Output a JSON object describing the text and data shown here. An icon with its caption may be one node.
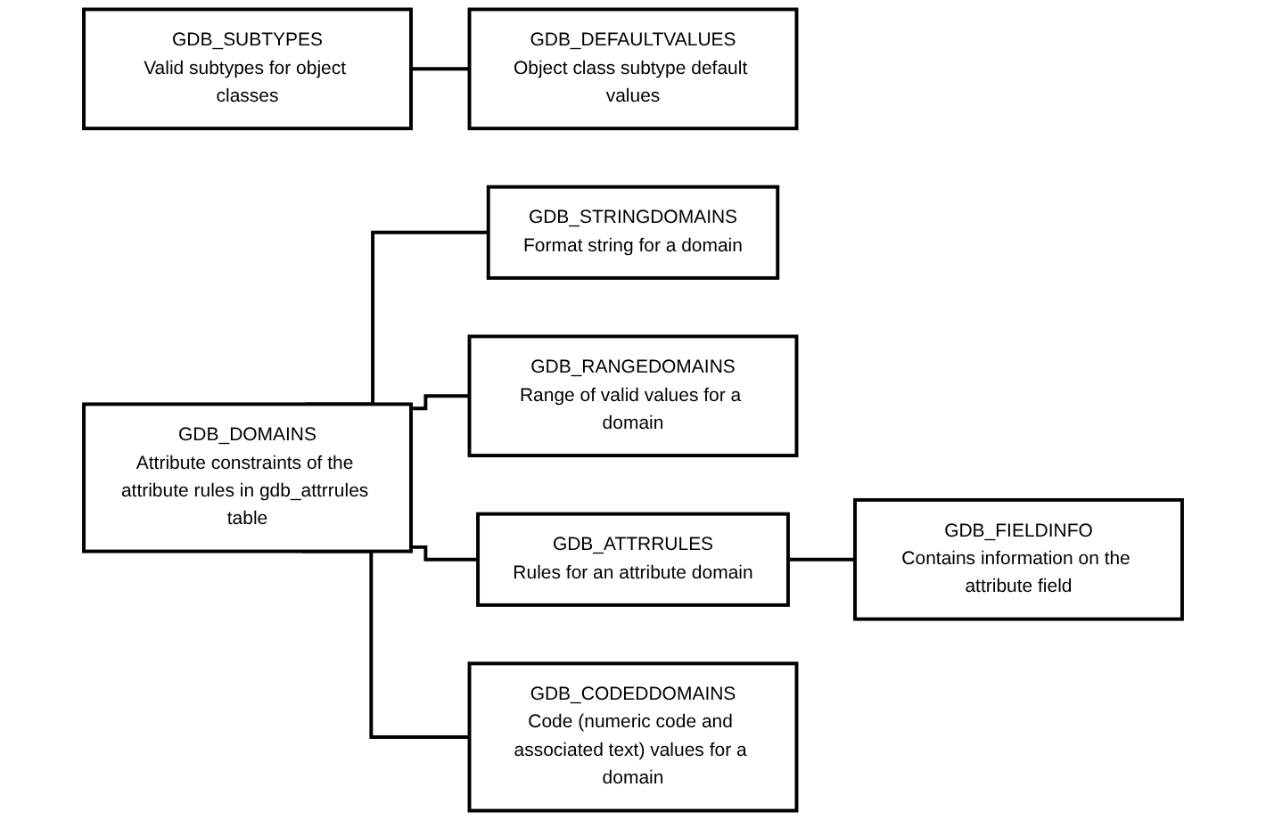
{
  "diagram": {
    "nodes": [
      {
        "text": [
          "GDB_DOMAINS",
          "Attribute constraints of the attribute rules in gdb_attrrules table"
        ]
      },
      {
        "text": [
          "GDB_ATTRRULES",
          "Rules for an attribute domain"
        ]
      },
      {
        "text": [
          "GDB_SUBTYPES",
          "Valid subtypes for object classes"
        ]
      },
      {
        "text": [
          "GDB_DEFAULTVALUES",
          "Object class subtype default values"
        ]
      },
      {
        "text": [
          "GDB_STRINGDOMAINS",
          "Format string for a domain"
        ]
      },
      {
        "text": [
          "GDB_RANGEDOMAINS",
          "Range of valid values for a domain"
        ]
      },
      {
        "text": [
          "GDB_CODEDDOMAINS",
          "Code (numeric code and associated text) values for a domain"
        ]
      },
      {
        "text": [
          "GDB_FIELDINFO",
          "Contains information on the attribute field"
        ]
      }
    ],
    "edges": [
      {
        "from": 0,
        "to": 4,
        "arrow": "none"
      },
      {
        "from": 0,
        "to": 5,
        "arrow": "none"
      },
      {
        "from": 0,
        "to": 1,
        "arrow": "none"
      },
      {
        "from": 0,
        "to": 6,
        "arrow": "none"
      },
      {
        "from": 1,
        "to": 7,
        "arrow": "none"
      },
      {
        "from": 2,
        "to": 3,
        "arrow": "none"
      }
    ]
  }
}
